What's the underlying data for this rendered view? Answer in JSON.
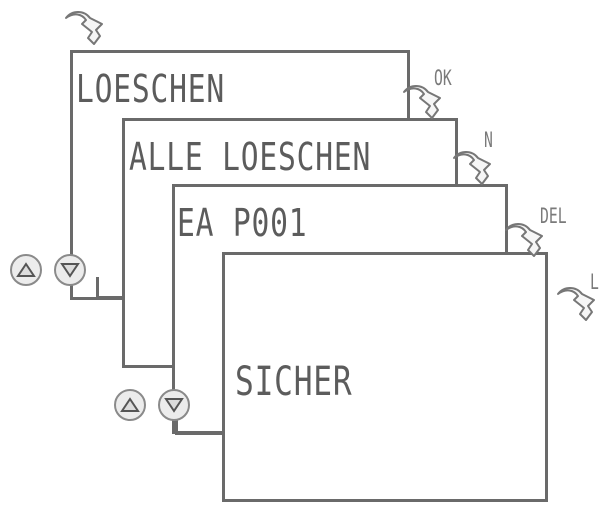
{
  "screens": [
    {
      "text": "LOESCHEN"
    },
    {
      "text": "ALLE LOESCHEN"
    },
    {
      "text": "EA P001"
    },
    {
      "text": "SICHER"
    }
  ],
  "keys": {
    "ok": "OK",
    "no": "N",
    "del": "DEL",
    "left": "L"
  },
  "icons": {
    "step": "hand-arrow-icon",
    "up": "triangle-up-icon",
    "down": "triangle-down-icon"
  }
}
